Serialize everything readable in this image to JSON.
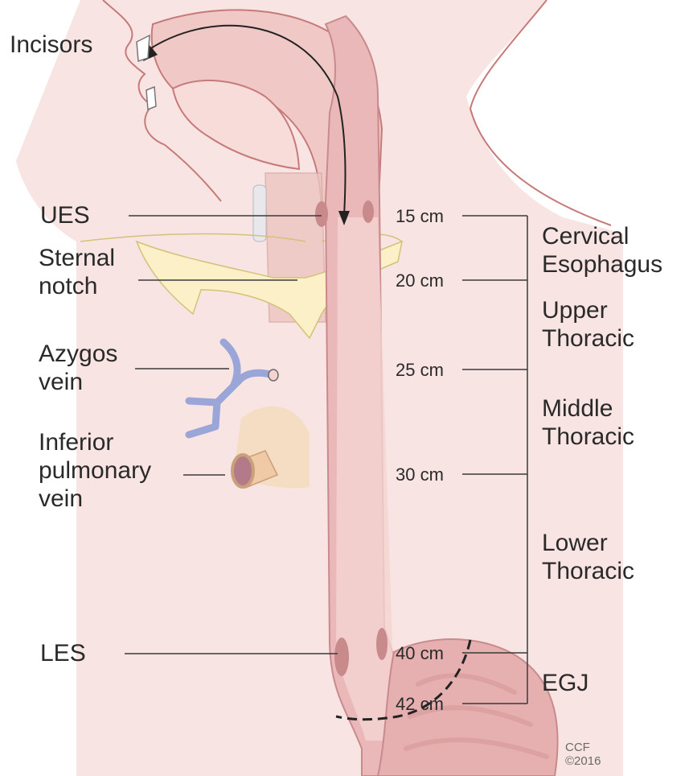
{
  "labels": {
    "incisors": "Incisors",
    "ues": "UES",
    "sternal_notch": [
      "Sternal",
      "notch"
    ],
    "azygos_vein": [
      "Azygos",
      "vein"
    ],
    "inferior_pulmonary_vein": [
      "Inferior",
      "pulmonary",
      "vein"
    ],
    "les": "LES"
  },
  "measurements": [
    "15 cm",
    "20 cm",
    "25 cm",
    "30 cm",
    "40 cm",
    "42 cm"
  ],
  "regions": {
    "cervical": [
      "Cervical",
      "Esophagus"
    ],
    "upper": [
      "Upper",
      "Thoracic"
    ],
    "middle": [
      "Middle",
      "Thoracic"
    ],
    "lower": [
      "Lower",
      "Thoracic"
    ],
    "egj": "EGJ"
  },
  "credit": [
    "CCF",
    "©2016"
  ],
  "colors": {
    "skin": "#f8e4e2",
    "esophagus": "#eab8b8",
    "lumen": "#f4d3d1",
    "sphincter": "#c98a8c",
    "azygos": "#9aa6d8",
    "clavicle": "#fbf0c8",
    "leader_line": "#3a3a3a"
  }
}
